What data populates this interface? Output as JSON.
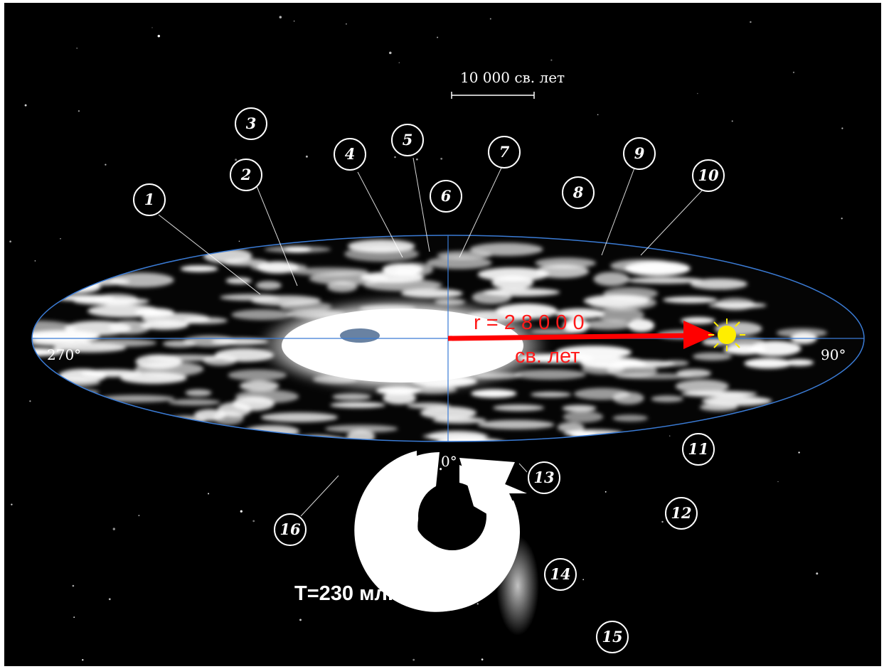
{
  "scale_label": "10 000 св. лет",
  "longitudes": {
    "left": "270°",
    "right": "90°",
    "bottom": "0°"
  },
  "radius_label": "r = 2 8 0 0 0",
  "radius_unit": "св. лет",
  "period_label": "T=230 млн лет",
  "markers": [
    "1",
    "2",
    "3",
    "4",
    "5",
    "6",
    "7",
    "8",
    "9",
    "10",
    "11",
    "12",
    "13",
    "14",
    "15",
    "16"
  ],
  "colors": {
    "background": "#000000",
    "galaxy": "#ffffff",
    "grid": "#3a7bd5",
    "arrow": "#ff0000",
    "sun": "#ffee00"
  },
  "icons": [
    "sun-icon",
    "rotation-arrow-icon",
    "radius-arrow-icon"
  ]
}
